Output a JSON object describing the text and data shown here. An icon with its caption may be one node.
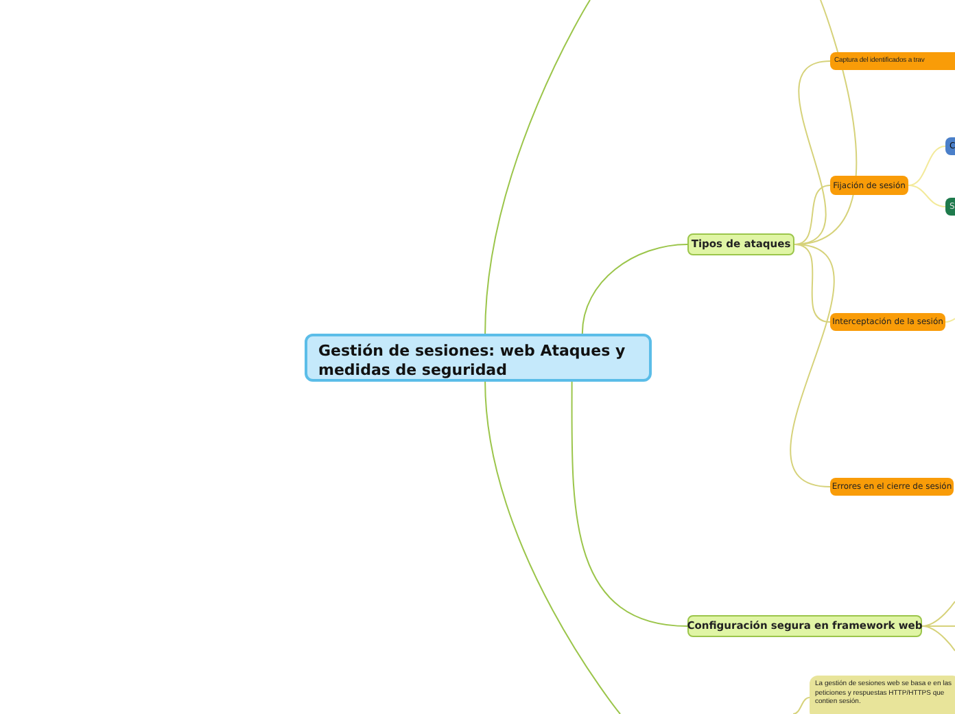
{
  "diagram": {
    "nodes": [
      {
        "text": [
          "Gestión de sesiones: web Ataques y medidas de seguridad"
        ]
      },
      {
        "text": [
          "Tipos de ataques"
        ]
      },
      {
        "text": [
          "Captura del identificados a trav"
        ]
      },
      {
        "text": [
          "Fijación de sesión"
        ]
      },
      {
        "text": [
          "C"
        ]
      },
      {
        "text": [
          "S"
        ]
      },
      {
        "text": [
          "Interceptación de la sesión"
        ]
      },
      {
        "text": [
          "Errores en el cierre de sesión"
        ]
      },
      {
        "text": [
          "Configuración segura en framework web"
        ]
      },
      {
        "text": [
          "La gestión de sesiones web se basa e en las peticiones y respuestas HTTP/HTTPS que contien sesión."
        ]
      }
    ],
    "edges": [
      {
        "from": 0,
        "to": 1,
        "arrow": "none"
      },
      {
        "from": 0,
        "to": 8,
        "arrow": "none"
      },
      {
        "from": 1,
        "to": 2,
        "arrow": "none"
      },
      {
        "from": 1,
        "to": 3,
        "arrow": "none"
      },
      {
        "from": 1,
        "to": 6,
        "arrow": "none"
      },
      {
        "from": 1,
        "to": 7,
        "arrow": "none"
      },
      {
        "from": 3,
        "to": 4,
        "arrow": "none"
      },
      {
        "from": 3,
        "to": 5,
        "arrow": "none"
      },
      {
        "from": 0,
        "to": null,
        "arrow": "none"
      },
      {
        "from": 0,
        "to": null,
        "arrow": "none"
      },
      {
        "from": 1,
        "to": null,
        "arrow": "none"
      },
      {
        "from": 8,
        "to": null,
        "arrow": "none"
      },
      {
        "from": 8,
        "to": null,
        "arrow": "none"
      },
      {
        "from": 8,
        "to": null,
        "arrow": "none"
      },
      {
        "from": 6,
        "to": null,
        "arrow": "none"
      },
      {
        "from": null,
        "to": 9,
        "arrow": "none"
      }
    ]
  }
}
